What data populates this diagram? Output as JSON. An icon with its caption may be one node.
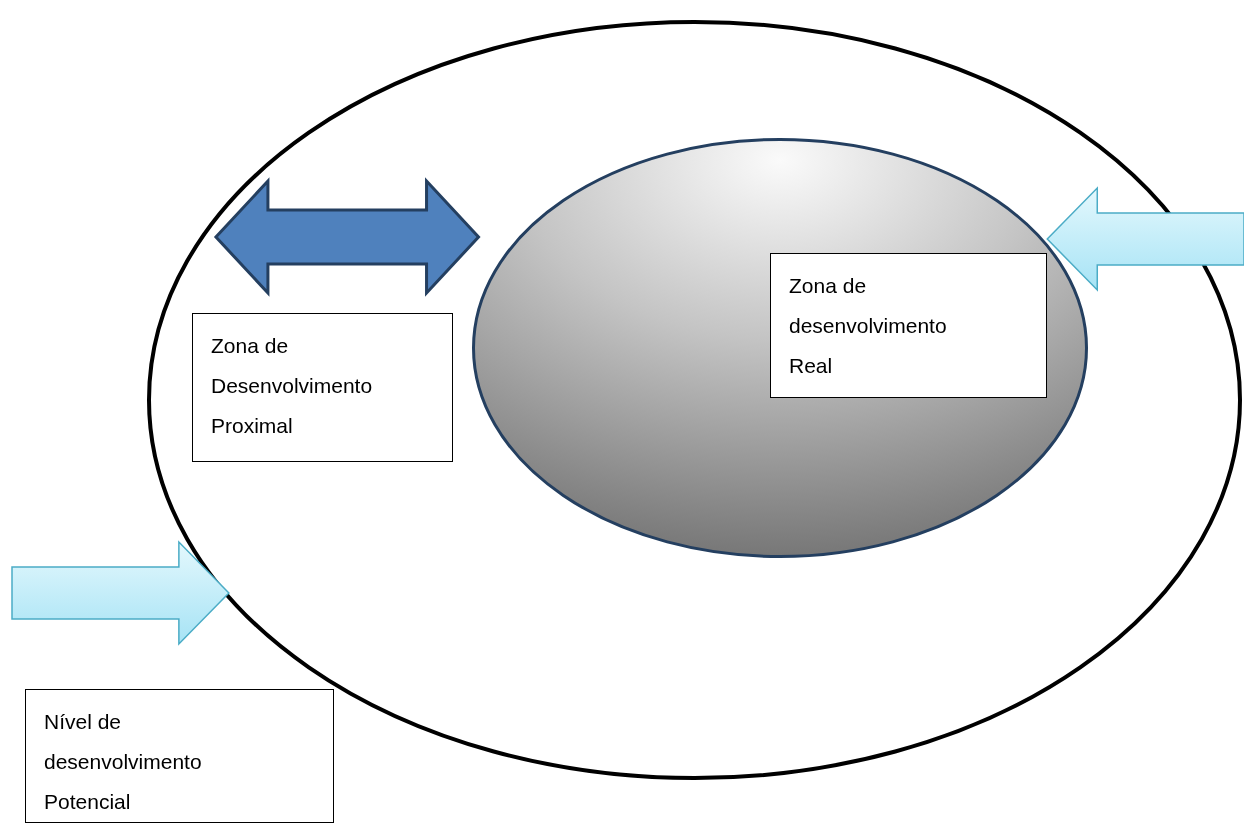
{
  "diagram": {
    "nodes": [
      {
        "text": [],
        "shape": "ellipse"
      },
      {
        "text": [],
        "shape": "ellipse",
        "in": 0
      },
      {
        "text": [
          "Zona de desenvolvimento Real"
        ],
        "in": 1
      },
      {
        "text": [
          "Zona de Desenvolvimento Proximal"
        ],
        "in": 0
      },
      {
        "text": [
          "Nível de desenvolvimento Potencial"
        ]
      }
    ],
    "edges": [
      {
        "from": 0,
        "to": 1,
        "arrow": "both",
        "color": "#4f81bd"
      },
      {
        "from": null,
        "to": 1,
        "arrow": "to"
      },
      {
        "from": null,
        "to": 0,
        "arrow": "to"
      }
    ]
  }
}
